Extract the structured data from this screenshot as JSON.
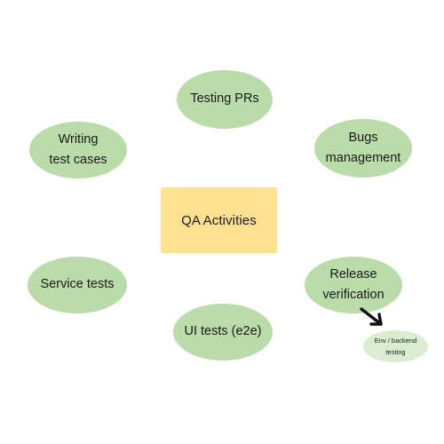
{
  "center": {
    "label": "QA Activities"
  },
  "nodes": {
    "testing_prs": "Testing PRs",
    "writing_test_cases": "Writing\ntest cases",
    "bugs_management": "Bugs\nmanagement",
    "service_tests": "Service tests",
    "release_verification": "Release\nverification",
    "ui_tests": "UI tests (e2e)",
    "env_backend_testing": "Env / backend\ntesting"
  },
  "colors": {
    "center_fill": "#ffe18f",
    "node_fill": "#badca8",
    "sub_node_fill": "#dbedd1",
    "arrow": "#111111"
  }
}
